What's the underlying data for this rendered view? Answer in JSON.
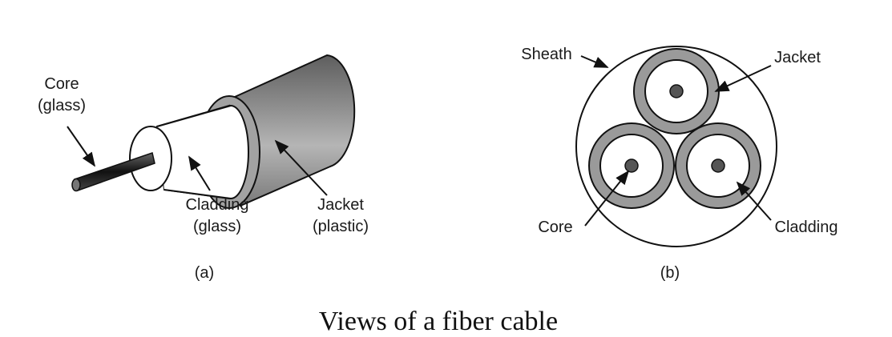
{
  "figure_a": {
    "core_label_line1": "Core",
    "core_label_line2": "(glass)",
    "cladding_label_line1": "Cladding",
    "cladding_label_line2": "(glass)",
    "jacket_label_line1": "Jacket",
    "jacket_label_line2": "(plastic)",
    "panel_label": "(a)"
  },
  "figure_b": {
    "sheath_label": "Sheath",
    "jacket_label": "Jacket",
    "core_label": "Core",
    "cladding_label": "Cladding",
    "panel_label": "(b)"
  },
  "caption": "Views of a fiber cable",
  "colors": {
    "jacket_gray": "#9a9a9a",
    "core_gray": "#555555",
    "outline": "#111111"
  }
}
